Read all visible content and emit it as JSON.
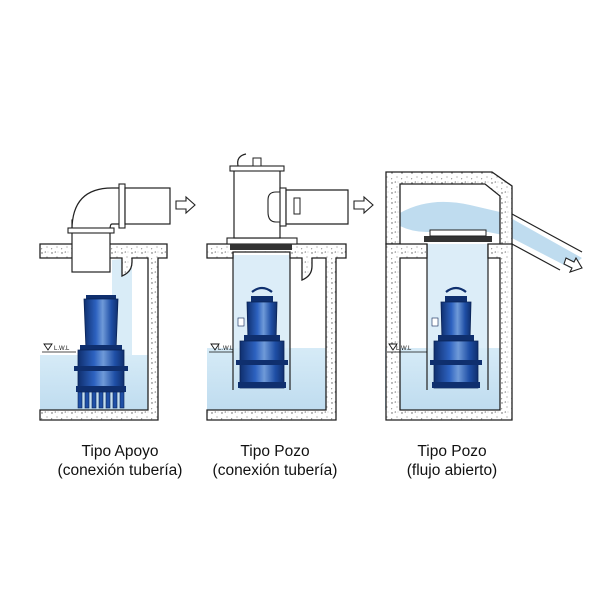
{
  "installations": [
    {
      "title": "Tipo Apoyo",
      "subtitle": "(conexión tubería)",
      "water_level_label": "L.W.L"
    },
    {
      "title": "Tipo Pozo",
      "subtitle": "(conexión tubería)",
      "water_level_label": "L.W.L"
    },
    {
      "title": "Tipo Pozo",
      "subtitle": "(flujo abierto)",
      "water_level_label": "L.W.L"
    }
  ],
  "colors": {
    "water": "#cfe6f4",
    "water_deep": "#b4d8ee",
    "pump_body": "#1f4fa6",
    "pump_dark": "#0f2f6e",
    "pump_light": "#6f9ad8",
    "concrete_outline": "#222222",
    "pipe": "#ffffff"
  },
  "icons": [
    "flow-arrow-icon",
    "water-level-marker-icon"
  ]
}
